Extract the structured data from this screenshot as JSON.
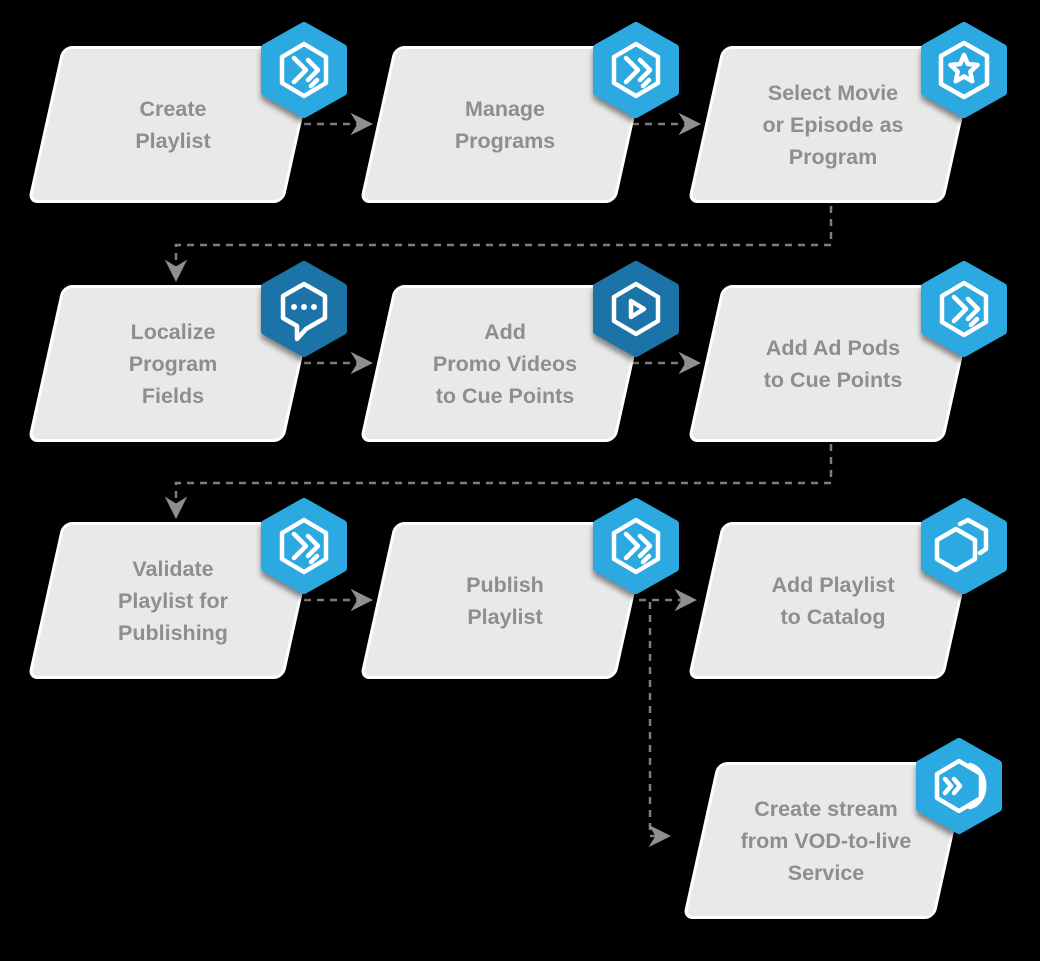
{
  "flowchart": {
    "background_color": "#000000",
    "box_fill": "#E9E9E9",
    "box_border": "#FFFFFF",
    "text_color": "#8E8E8E",
    "connector_color": "#7E7E7E",
    "badge_colors": {
      "light_blue": "#2BA9E0",
      "dark_blue": "#1C73A8"
    },
    "nodes": [
      {
        "id": "create-playlist",
        "label": "Create\nPlaylist",
        "icon": "double-chevron-hexagon",
        "badge": "light_blue"
      },
      {
        "id": "manage-programs",
        "label": "Manage\nPrograms",
        "icon": "double-chevron-hexagon",
        "badge": "light_blue"
      },
      {
        "id": "select-movie-or-episode-as-program",
        "label": "Select Movie\nor Episode as\nProgram",
        "icon": "star-hexagon",
        "badge": "light_blue"
      },
      {
        "id": "localize-program-fields",
        "label": "Localize\nProgram\nFields",
        "icon": "chat-bubble-hexagon",
        "badge": "dark_blue"
      },
      {
        "id": "add-promo-videos-to-cue-points",
        "label": "Add\nPromo Videos\nto Cue Points",
        "icon": "play-hexagon",
        "badge": "dark_blue"
      },
      {
        "id": "add-ad-pods-to-cue-points",
        "label": "Add Ad Pods\nto Cue Points",
        "icon": "double-chevron-hexagon",
        "badge": "light_blue"
      },
      {
        "id": "validate-playlist-for-publishing",
        "label": "Validate\nPlaylist for\nPublishing",
        "icon": "double-chevron-hexagon",
        "badge": "light_blue"
      },
      {
        "id": "publish-playlist",
        "label": "Publish\nPlaylist",
        "icon": "double-chevron-hexagon",
        "badge": "light_blue"
      },
      {
        "id": "add-playlist-to-catalog",
        "label": "Add Playlist\nto Catalog",
        "icon": "stacked-hexagons",
        "badge": "light_blue"
      },
      {
        "id": "create-stream-from-vod-to-live-service",
        "label": "Create stream\nfrom VOD-to-live\nService",
        "icon": "stream-refresh-hexagon",
        "badge": "light_blue"
      }
    ],
    "edges": [
      {
        "from": "create-playlist",
        "to": "manage-programs"
      },
      {
        "from": "manage-programs",
        "to": "select-movie-or-episode-as-program"
      },
      {
        "from": "select-movie-or-episode-as-program",
        "to": "localize-program-fields"
      },
      {
        "from": "localize-program-fields",
        "to": "add-promo-videos-to-cue-points"
      },
      {
        "from": "add-promo-videos-to-cue-points",
        "to": "add-ad-pods-to-cue-points"
      },
      {
        "from": "add-ad-pods-to-cue-points",
        "to": "validate-playlist-for-publishing"
      },
      {
        "from": "validate-playlist-for-publishing",
        "to": "publish-playlist"
      },
      {
        "from": "publish-playlist",
        "to": "add-playlist-to-catalog"
      },
      {
        "from": "publish-playlist",
        "to": "create-stream-from-vod-to-live-service"
      }
    ]
  }
}
